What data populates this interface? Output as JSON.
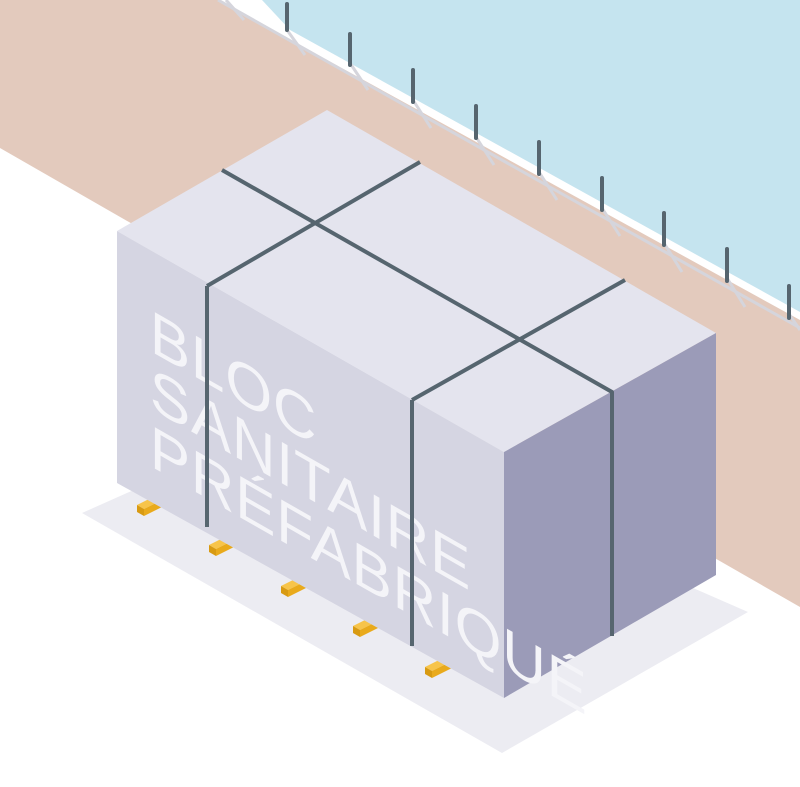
{
  "label": {
    "line1": "BLOC",
    "line2": "SANITAIRE",
    "line3": "PRÉFABRIQUÉ"
  },
  "colors": {
    "background": "#ffffff",
    "ground_band": "#e3cabd",
    "water": "#c5e4ef",
    "box_top": "#e4e4ee",
    "box_front": "#d5d5e2",
    "box_side": "#9b9bb8",
    "strap": "#56656f",
    "shadow": "#ececf2",
    "pallet_wood": "#e9aa1c"
  },
  "icons": [
    "railing-post-icon",
    "pallet-block-icon",
    "strap-icon"
  ]
}
